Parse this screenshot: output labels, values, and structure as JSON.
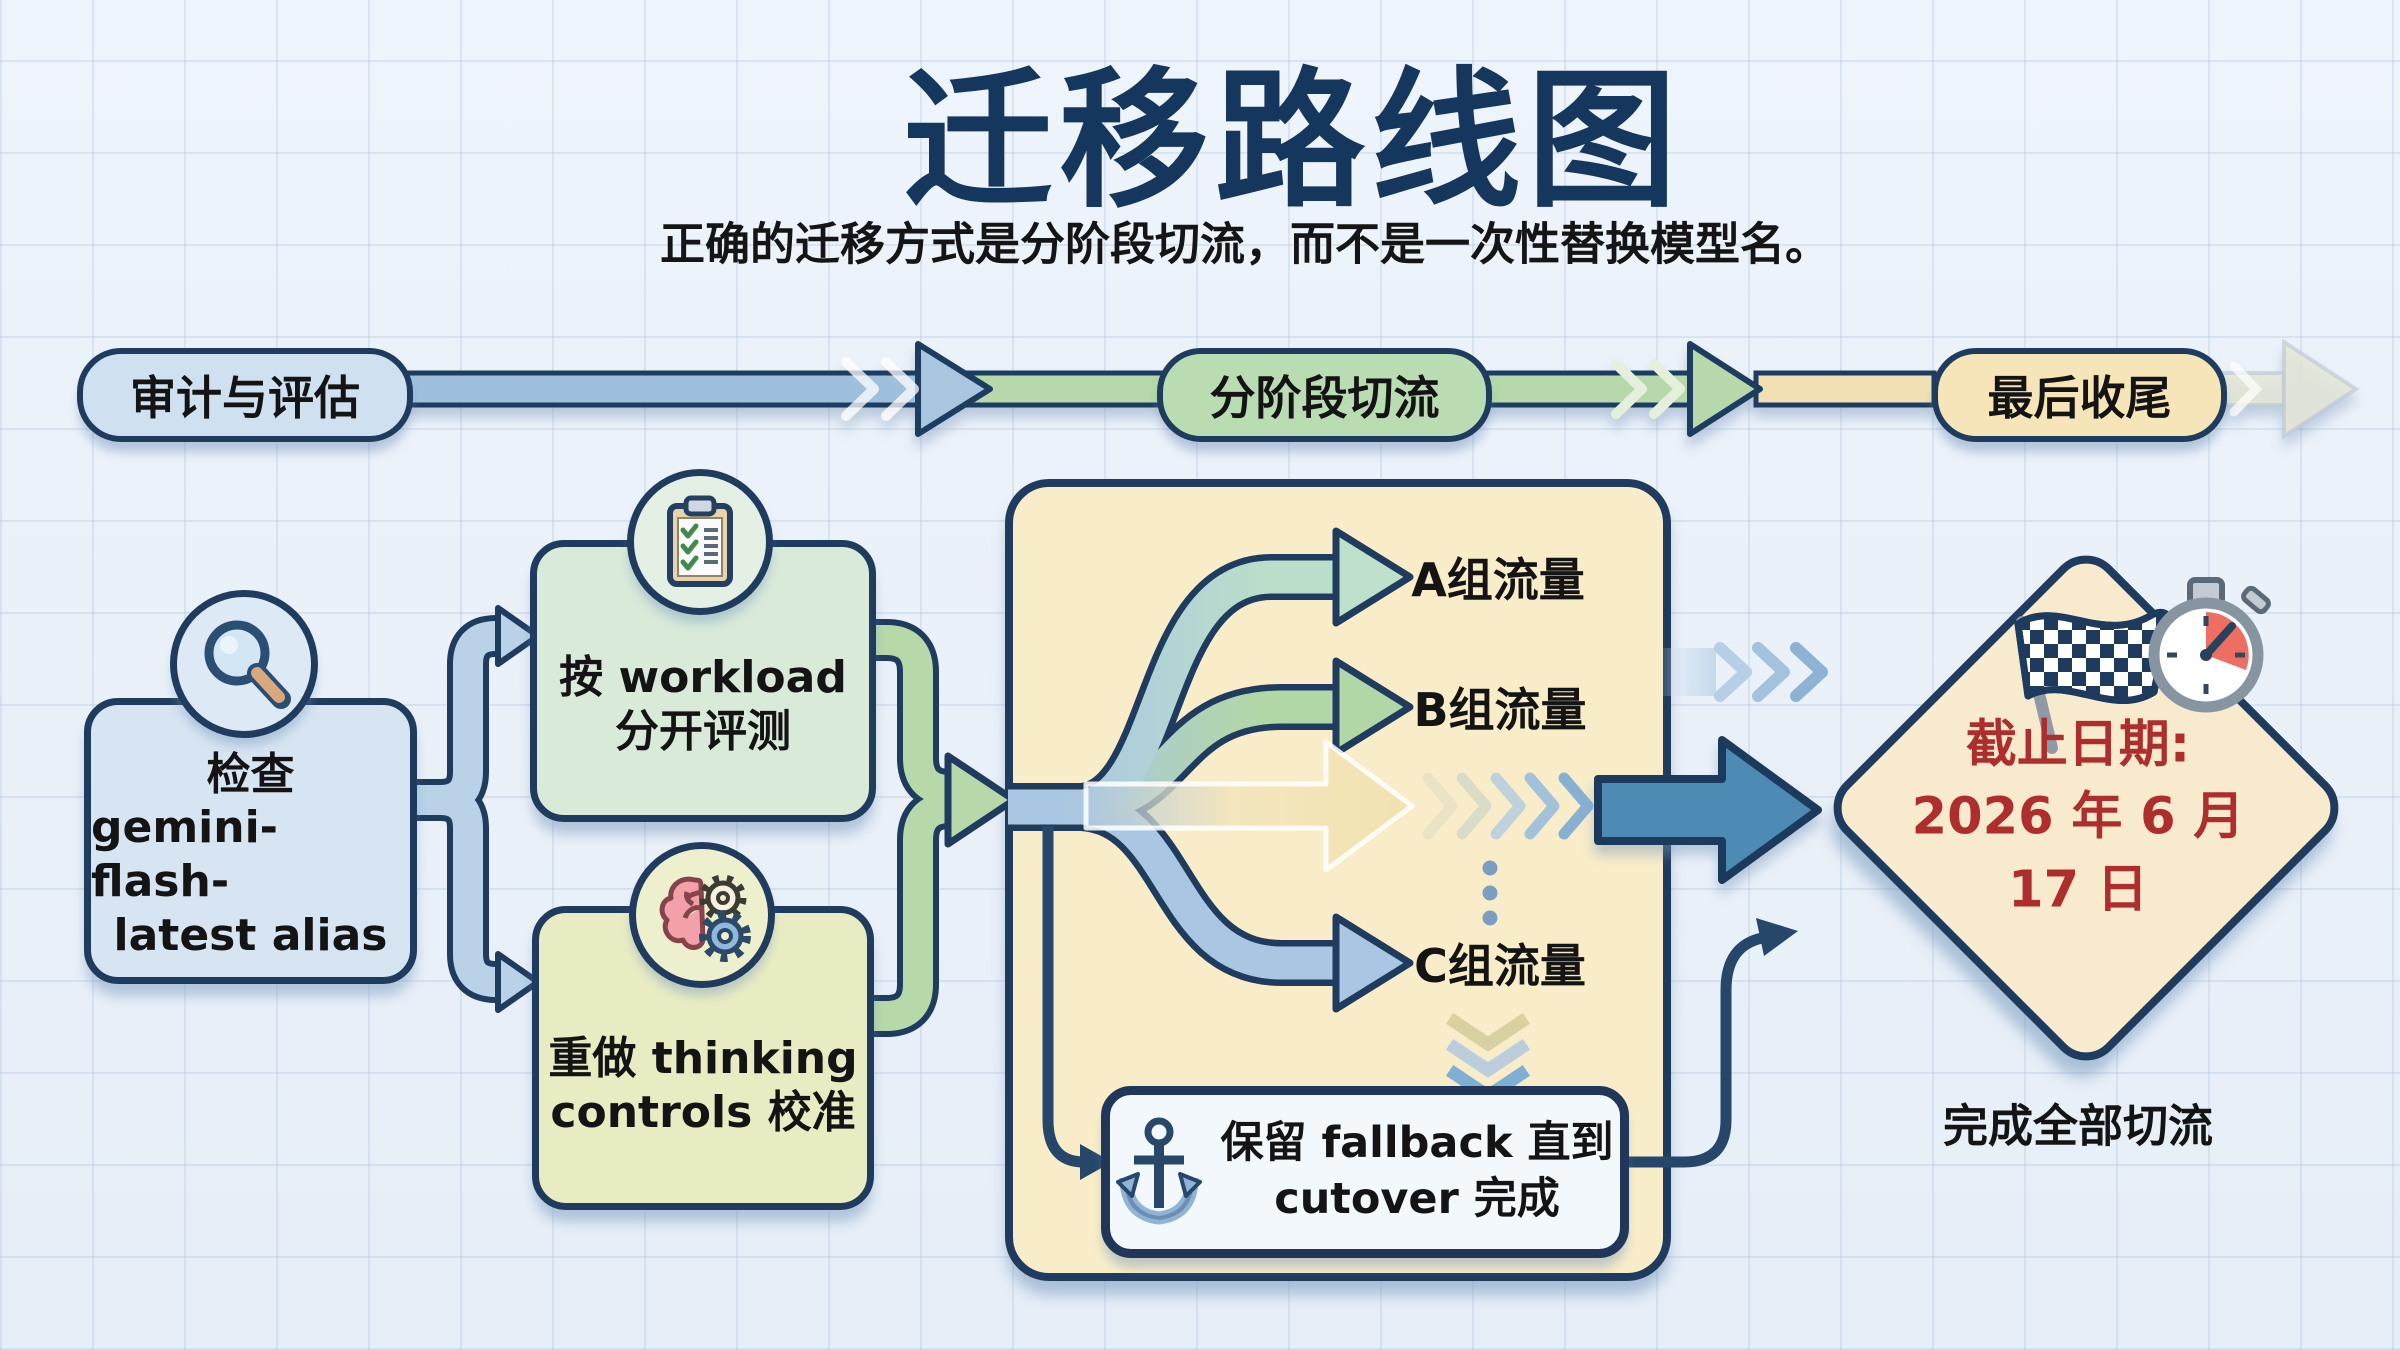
{
  "title": "迁移路线图",
  "subtitle": "正确的迁移方式是分阶段切流，而不是一次性替换模型名。",
  "timeline": {
    "stages": [
      {
        "label": "审计与评估"
      },
      {
        "label": "分阶段切流"
      },
      {
        "label": "最后收尾"
      }
    ]
  },
  "audit_box": {
    "icon": "magnifier",
    "lines": [
      "检查",
      "gemini-flash-",
      "latest alias"
    ]
  },
  "workload_box": {
    "icon": "clipboard-checklist",
    "lines": [
      "按 workload",
      "分开评测"
    ]
  },
  "thinking_box": {
    "icon": "brain-gears",
    "lines": [
      "重做 thinking",
      "controls 校准"
    ]
  },
  "groups": [
    {
      "label": "A组流量"
    },
    {
      "label": "B组流量"
    },
    {
      "label": "C组流量"
    }
  ],
  "fallback_box": {
    "icon": "anchor",
    "lines": [
      "保留 fallback 直到",
      "cutover 完成"
    ]
  },
  "deadline": {
    "icons": [
      "checkered-flag",
      "stopwatch"
    ],
    "lines": [
      "截止日期:",
      "2026 年 6 月",
      "17 日"
    ],
    "caption": "完成全部切流"
  },
  "colors": {
    "navy": "#1f3c5f",
    "blue_pipe": "#a9c7e2",
    "green_pipe": "#b6d8ab",
    "cream": "#f9edc9",
    "steel_arrow": "#4d8bb4",
    "deadline_red": "#ae2e2e"
  }
}
